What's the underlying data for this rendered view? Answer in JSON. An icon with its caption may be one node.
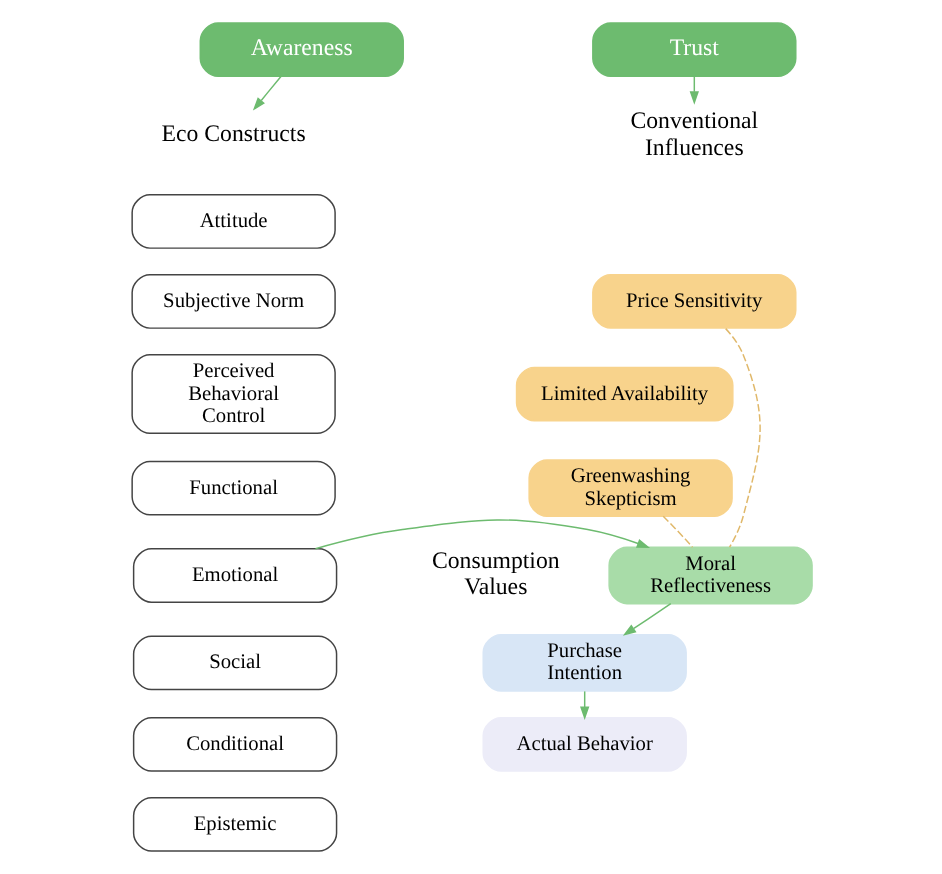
{
  "diagram": {
    "nodes": [
      {
        "text": [
          "Awareness"
        ]
      },
      {
        "text": [
          "Trust"
        ]
      },
      {
        "text": [
          "Eco Constructs"
        ]
      },
      {
        "text": [
          "Conventional Influences"
        ]
      },
      {
        "text": [
          "Attitude"
        ]
      },
      {
        "text": [
          "Subjective Norm"
        ]
      },
      {
        "text": [
          "Perceived Behavioral Control"
        ]
      },
      {
        "text": [
          "Price Sensitivity"
        ]
      },
      {
        "text": [
          "Limited Availability"
        ]
      },
      {
        "text": [
          "Greenwashing Skepticism"
        ]
      },
      {
        "text": [
          "Functional"
        ]
      },
      {
        "text": [
          "Emotional"
        ]
      },
      {
        "text": [
          "Social"
        ]
      },
      {
        "text": [
          "Conditional"
        ]
      },
      {
        "text": [
          "Epistemic"
        ]
      },
      {
        "text": [
          "Moral Reflectiveness"
        ]
      },
      {
        "text": [
          "Purchase Intention"
        ]
      },
      {
        "text": [
          "Actual Behavior"
        ]
      }
    ],
    "edges": [
      {
        "from": 0,
        "to": 2,
        "arrow": "to"
      },
      {
        "from": 1,
        "to": 3,
        "arrow": "to"
      },
      {
        "from": 7,
        "to": 15,
        "arrow": "none",
        "style": "dashed",
        "color": "#e0b86a"
      },
      {
        "from": 9,
        "to": 15,
        "arrow": "none",
        "style": "dashed",
        "color": "#e0b86a"
      },
      {
        "from": 11,
        "to": 15,
        "arrow": "to"
      },
      {
        "from": 15,
        "to": 16,
        "arrow": "to"
      },
      {
        "from": 16,
        "to": 17,
        "arrow": "to"
      }
    ],
    "labels": [
      "Consumption Values"
    ]
  }
}
